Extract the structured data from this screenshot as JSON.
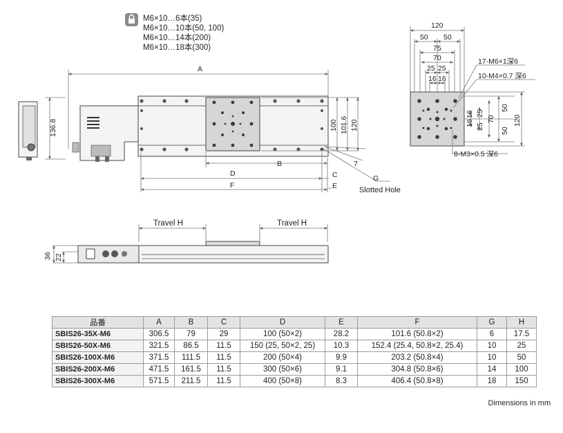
{
  "notes": {
    "icon": "lock-icon",
    "lines": [
      "M6×10…6本(35)",
      "M6×10…10本(50, 100)",
      "M6×10…14本(200)",
      "M6×10…18本(300)"
    ]
  },
  "top_view": {
    "dim_A": "A",
    "dim_height": "136.8",
    "dim_101_6": "101.6",
    "dim_100": "100",
    "dim_120": "120",
    "dim_B": "B",
    "dim_C": "C",
    "dim_D": "D",
    "dim_E": "E",
    "dim_F": "F",
    "dim_G": "G",
    "dim_7": "7",
    "slotted_hole": "Slotted Hole"
  },
  "end_view": {
    "dims": [
      "120",
      "50",
      "50",
      "75",
      "70",
      "25",
      "25",
      "16",
      "16",
      "16",
      "16",
      "25",
      "25",
      "70",
      "50",
      "50",
      "120"
    ],
    "callouts": [
      "17-M6×1深6",
      "10-M4×0.7 深6",
      "8-M3×0.5 深6"
    ]
  },
  "side_view": {
    "travel_left": "Travel H",
    "travel_right": "Travel H",
    "dim_36": "36",
    "dim_22": "22"
  },
  "table": {
    "headers": [
      "品番",
      "A",
      "B",
      "C",
      "D",
      "E",
      "F",
      "G",
      "H"
    ],
    "rows": [
      [
        "SBIS26-35X-M6",
        "306.5",
        "79",
        "29",
        "100 (50×2)",
        "28.2",
        "101.6 (50.8×2)",
        "6",
        "17.5"
      ],
      [
        "SBIS26-50X-M6",
        "321.5",
        "86.5",
        "11.5",
        "150 (25, 50×2, 25)",
        "10.3",
        "152.4 (25.4, 50.8×2, 25.4)",
        "10",
        "25"
      ],
      [
        "SBIS26-100X-M6",
        "371.5",
        "111.5",
        "11.5",
        "200 (50×4)",
        "9.9",
        "203.2 (50.8×4)",
        "10",
        "50"
      ],
      [
        "SBIS26-200X-M6",
        "471.5",
        "161.5",
        "11.5",
        "300 (50×6)",
        "9.1",
        "304.8 (50.8×6)",
        "14",
        "100"
      ],
      [
        "SBIS26-300X-M6",
        "571.5",
        "211.5",
        "11.5",
        "400 (50×8)",
        "8.3",
        "406.4 (50.8×8)",
        "18",
        "150"
      ]
    ],
    "unit_note": "Dimensions in mm"
  }
}
